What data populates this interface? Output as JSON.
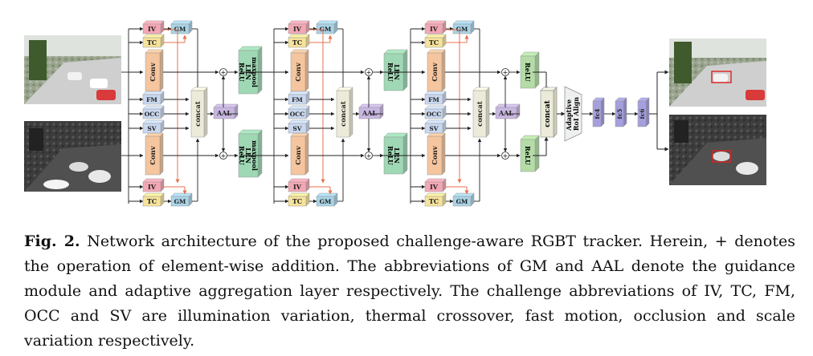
{
  "figure": {
    "blocks": [
      {
        "rgb_challenges": [
          "IV",
          "TC"
        ],
        "gm": "GM",
        "conv": "Conv",
        "shared_challenges": [
          "FM",
          "OCC",
          "SV"
        ],
        "tir_challenges": [
          "IV",
          "TC"
        ],
        "concat": "concat",
        "aal": "AAL",
        "post_top": [
          "maxpool",
          "LRN",
          "ReLU"
        ],
        "post_bottom": [
          "maxpool",
          "LRN",
          "ReLU"
        ]
      },
      {
        "rgb_challenges": [
          "IV",
          "TC"
        ],
        "gm": "GM",
        "conv": "Conv",
        "shared_challenges": [
          "FM",
          "OCC",
          "SV"
        ],
        "tir_challenges": [
          "IV",
          "TC"
        ],
        "concat": "concat",
        "aal": "AAL",
        "post_top": [
          "LRN",
          "ReLU"
        ],
        "post_bottom": [
          "LRN",
          "ReLU"
        ]
      },
      {
        "rgb_challenges": [
          "IV",
          "TC"
        ],
        "gm": "GM",
        "conv": "Conv",
        "shared_challenges": [
          "FM",
          "OCC",
          "SV"
        ],
        "tir_challenges": [
          "IV",
          "TC"
        ],
        "concat": "concat",
        "aal": "AAL",
        "post_top": [
          "ReLU"
        ],
        "post_bottom": [
          "ReLU"
        ]
      }
    ],
    "plus": "+",
    "final_concat": "concat",
    "roi_align": [
      "Adaptive",
      "RoI Align"
    ],
    "fc_layers": [
      "fc4",
      "fc5",
      "fc6"
    ]
  },
  "colors": {
    "iv": "#f3a7b4",
    "tc": "#f6e29a",
    "gm": "#a9d3e6",
    "conv": "#f4c59e",
    "challenge_blue": "#c9d8ef",
    "concat": "#ecebd9",
    "aal": "#c8b6e0",
    "post": "#9fd8b4",
    "relu": "#b5dca7",
    "fc": "#a5a0dd",
    "guidance_line": "#e8704f"
  },
  "caption": {
    "label": "Fig. 2.",
    "text": " Network architecture of the proposed challenge-aware RGBT tracker. Herein, + denotes the operation of element-wise addition. The abbreviations of GM and AAL denote the guidance module and adaptive aggregation layer respectively. The challenge abbreviations of IV, TC, FM, OCC and SV are illumination variation, thermal crossover, fast motion, occlusion and scale variation respectively."
  }
}
